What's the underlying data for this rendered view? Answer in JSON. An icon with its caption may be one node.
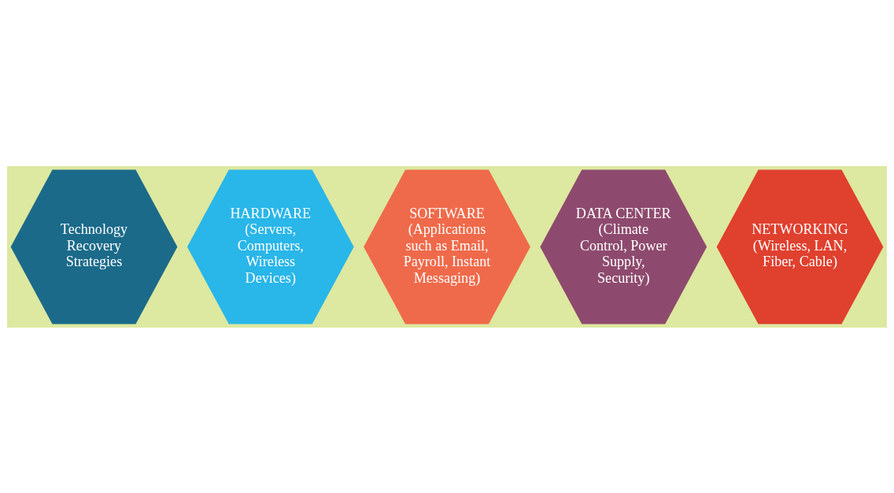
{
  "diagram": {
    "nodes": [
      {
        "text": [
          "Technology Recovery Strategies"
        ]
      },
      {
        "text": [
          "HARDWARE (Servers, Computers, Wireless Devices)"
        ]
      },
      {
        "text": [
          "SOFTWARE (Applications such as Email, Payroll, Instant Messaging)"
        ]
      },
      {
        "text": [
          "DATA CENTER (Climate Control, Power Supply, Security)"
        ]
      },
      {
        "text": [
          "NETWORKING (Wireless, LAN, Fiber, Cable)"
        ]
      }
    ]
  }
}
